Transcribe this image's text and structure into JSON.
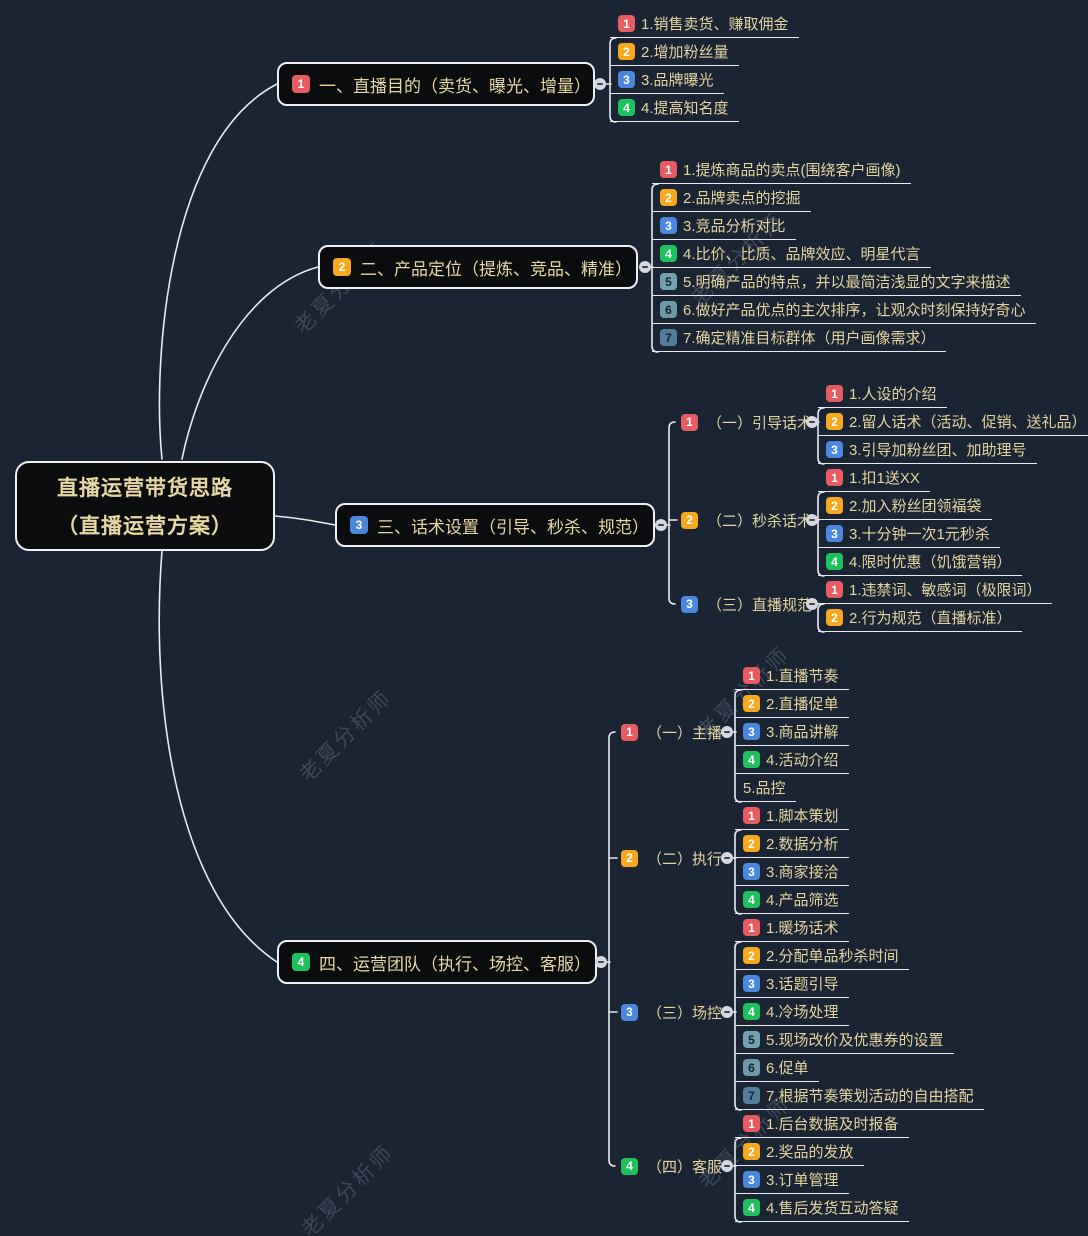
{
  "root": {
    "line1": "直播运营带货思路",
    "line2": "（直播运营方案）"
  },
  "watermark": {
    "text": "老夏分析师"
  },
  "colors": {
    "background": "#1b2433",
    "line": "#e8eaef",
    "node_fill": "#0b0c0e",
    "node_border": "#eef0f4",
    "text": "#e3d5a2",
    "badge1": "#e75b62",
    "badge2": "#f8a81d",
    "badge3": "#4b87dc",
    "badge4": "#1fc05e",
    "badge5": "#72a1b0",
    "badge6": "#6d9aa9",
    "badge7": "#517d99",
    "badge_dark_text": "#132030"
  },
  "branches": [
    {
      "badge": "1",
      "label": "一、直播目的（卖货、曝光、增量）",
      "leaves": [
        {
          "badge": "1",
          "text": "1.销售卖货、赚取佣金"
        },
        {
          "badge": "2",
          "text": "2.增加粉丝量"
        },
        {
          "badge": "3",
          "text": "3.品牌曝光"
        },
        {
          "badge": "4",
          "text": "4.提高知名度"
        }
      ]
    },
    {
      "badge": "2",
      "label": "二、产品定位（提炼、竞品、精准）",
      "leaves": [
        {
          "badge": "1",
          "text": "1.提炼商品的卖点(围绕客户画像)"
        },
        {
          "badge": "2",
          "text": "2.品牌卖点的挖掘"
        },
        {
          "badge": "3",
          "text": "3.竞品分析对比"
        },
        {
          "badge": "4",
          "text": "4.比价、比质、品牌效应、明星代言"
        },
        {
          "badge": "5",
          "text": "5.明确产品的特点，并以最简洁浅显的文字来描述"
        },
        {
          "badge": "6",
          "text": "6.做好产品优点的主次排序，让观众时刻保持好奇心"
        },
        {
          "badge": "7",
          "text": "7.确定精准目标群体（用户画像需求）"
        }
      ]
    },
    {
      "badge": "3",
      "label": "三、话术设置（引导、秒杀、规范）",
      "groups": [
        {
          "badge": "1",
          "label": "（一）引导话术",
          "leaves": [
            {
              "badge": "1",
              "text": "1.人设的介绍"
            },
            {
              "badge": "2",
              "text": "2.留人话术（活动、促销、送礼品）"
            },
            {
              "badge": "3",
              "text": "3.引导加粉丝团、加助理号"
            }
          ]
        },
        {
          "badge": "2",
          "label": "（二）秒杀话术",
          "leaves": [
            {
              "badge": "1",
              "text": "1.扣1送XX"
            },
            {
              "badge": "2",
              "text": "2.加入粉丝团领福袋"
            },
            {
              "badge": "3",
              "text": "3.十分钟一次1元秒杀"
            },
            {
              "badge": "4",
              "text": "4.限时优惠（饥饿营销）"
            }
          ]
        },
        {
          "badge": "3",
          "label": "（三）直播规范",
          "leaves": [
            {
              "badge": "1",
              "text": "1.违禁词、敏感词（极限词）"
            },
            {
              "badge": "2",
              "text": "2.行为规范（直播标准）"
            }
          ]
        }
      ]
    },
    {
      "badge": "4",
      "label": "四、运营团队（执行、场控、客服）",
      "groups": [
        {
          "badge": "1",
          "label": "（一）主播",
          "leaves": [
            {
              "badge": "1",
              "text": "1.直播节奏"
            },
            {
              "badge": "2",
              "text": "2.直播促单"
            },
            {
              "badge": "3",
              "text": "3.商品讲解"
            },
            {
              "badge": "4",
              "text": "4.活动介绍"
            },
            {
              "badge": null,
              "text": "5.品控"
            }
          ]
        },
        {
          "badge": "2",
          "label": "（二）执行",
          "leaves": [
            {
              "badge": "1",
              "text": "1.脚本策划"
            },
            {
              "badge": "2",
              "text": "2.数据分析"
            },
            {
              "badge": "3",
              "text": "3.商家接洽"
            },
            {
              "badge": "4",
              "text": "4.产品筛选"
            }
          ]
        },
        {
          "badge": "3",
          "label": "（三）场控",
          "leaves": [
            {
              "badge": "1",
              "text": "1.暖场话术"
            },
            {
              "badge": "2",
              "text": "2.分配单品秒杀时间"
            },
            {
              "badge": "3",
              "text": "3.话题引导"
            },
            {
              "badge": "4",
              "text": "4.冷场处理"
            },
            {
              "badge": "5",
              "text": "5.现场改价及优惠券的设置"
            },
            {
              "badge": "6",
              "text": "6.促单"
            },
            {
              "badge": "7",
              "text": "7.根据节奏策划活动的自由搭配"
            }
          ]
        },
        {
          "badge": "4",
          "label": "（四）客服",
          "leaves": [
            {
              "badge": "1",
              "text": "1.后台数据及时报备"
            },
            {
              "badge": "2",
              "text": "2.奖品的发放"
            },
            {
              "badge": "3",
              "text": "3.订单管理"
            },
            {
              "badge": "4",
              "text": "4.售后发货互动答疑"
            }
          ]
        }
      ]
    }
  ]
}
